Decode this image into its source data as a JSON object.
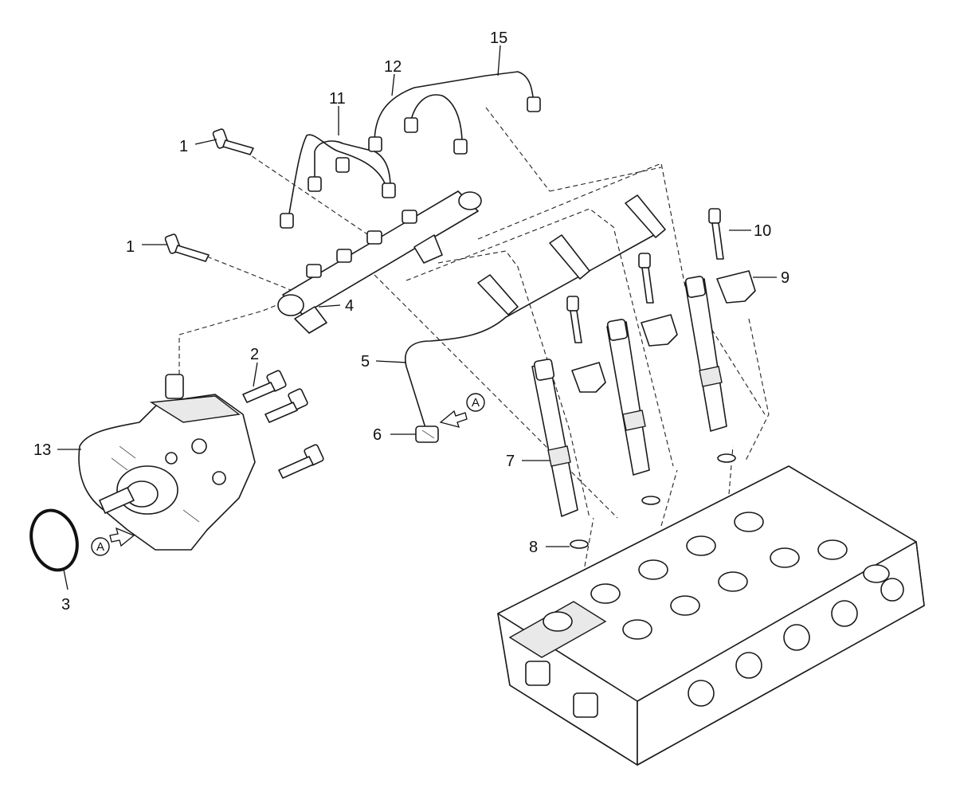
{
  "callouts": [
    {
      "id": "c1a",
      "label": "1"
    },
    {
      "id": "c1b",
      "label": "1"
    },
    {
      "id": "c2",
      "label": "2"
    },
    {
      "id": "c3",
      "label": "3"
    },
    {
      "id": "c4",
      "label": "4"
    },
    {
      "id": "c5",
      "label": "5"
    },
    {
      "id": "c6",
      "label": "6"
    },
    {
      "id": "c7",
      "label": "7"
    },
    {
      "id": "c8",
      "label": "8"
    },
    {
      "id": "c9",
      "label": "9"
    },
    {
      "id": "c10",
      "label": "10"
    },
    {
      "id": "c11",
      "label": "11"
    },
    {
      "id": "c12",
      "label": "12"
    },
    {
      "id": "c13",
      "label": "13"
    },
    {
      "id": "c15",
      "label": "15"
    }
  ],
  "references": [
    {
      "id": "refA1",
      "label": "A"
    },
    {
      "id": "refA2",
      "label": "A"
    }
  ]
}
